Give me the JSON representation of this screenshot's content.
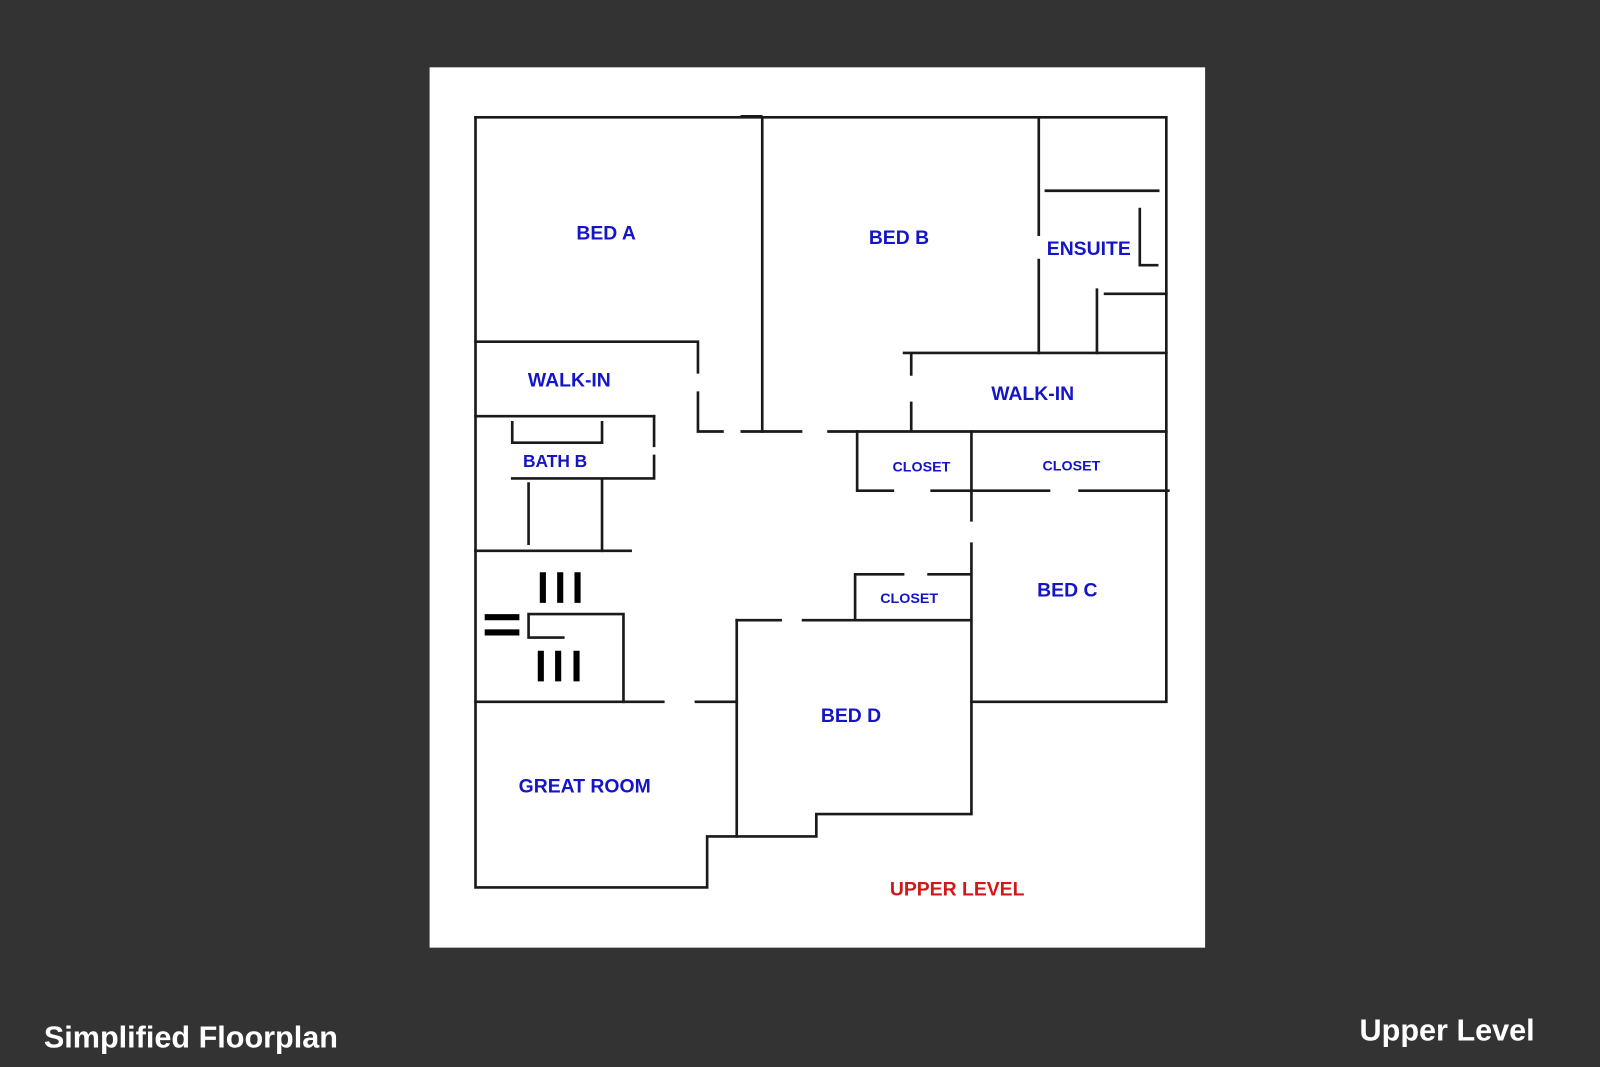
{
  "footer": {
    "left_title": "Simplified Floorplan",
    "right_title": "Upper Level"
  },
  "plan": {
    "level_label": "UPPER LEVEL",
    "rooms": {
      "bed_a": "BED A",
      "bed_b": "BED B",
      "ensuite": "ENSUITE",
      "walkin_a": "WALK-IN",
      "walkin_b": "WALK-IN",
      "bath_b": "BATH B",
      "closet_1": "CLOSET",
      "closet_2": "CLOSET",
      "closet_3": "CLOSET",
      "bed_c": "BED C",
      "bed_d": "BED D",
      "great_room": "GREAT ROOM"
    }
  },
  "colors": {
    "background": "#333333",
    "room_label": "#1414c8",
    "level_label": "#d01818"
  }
}
